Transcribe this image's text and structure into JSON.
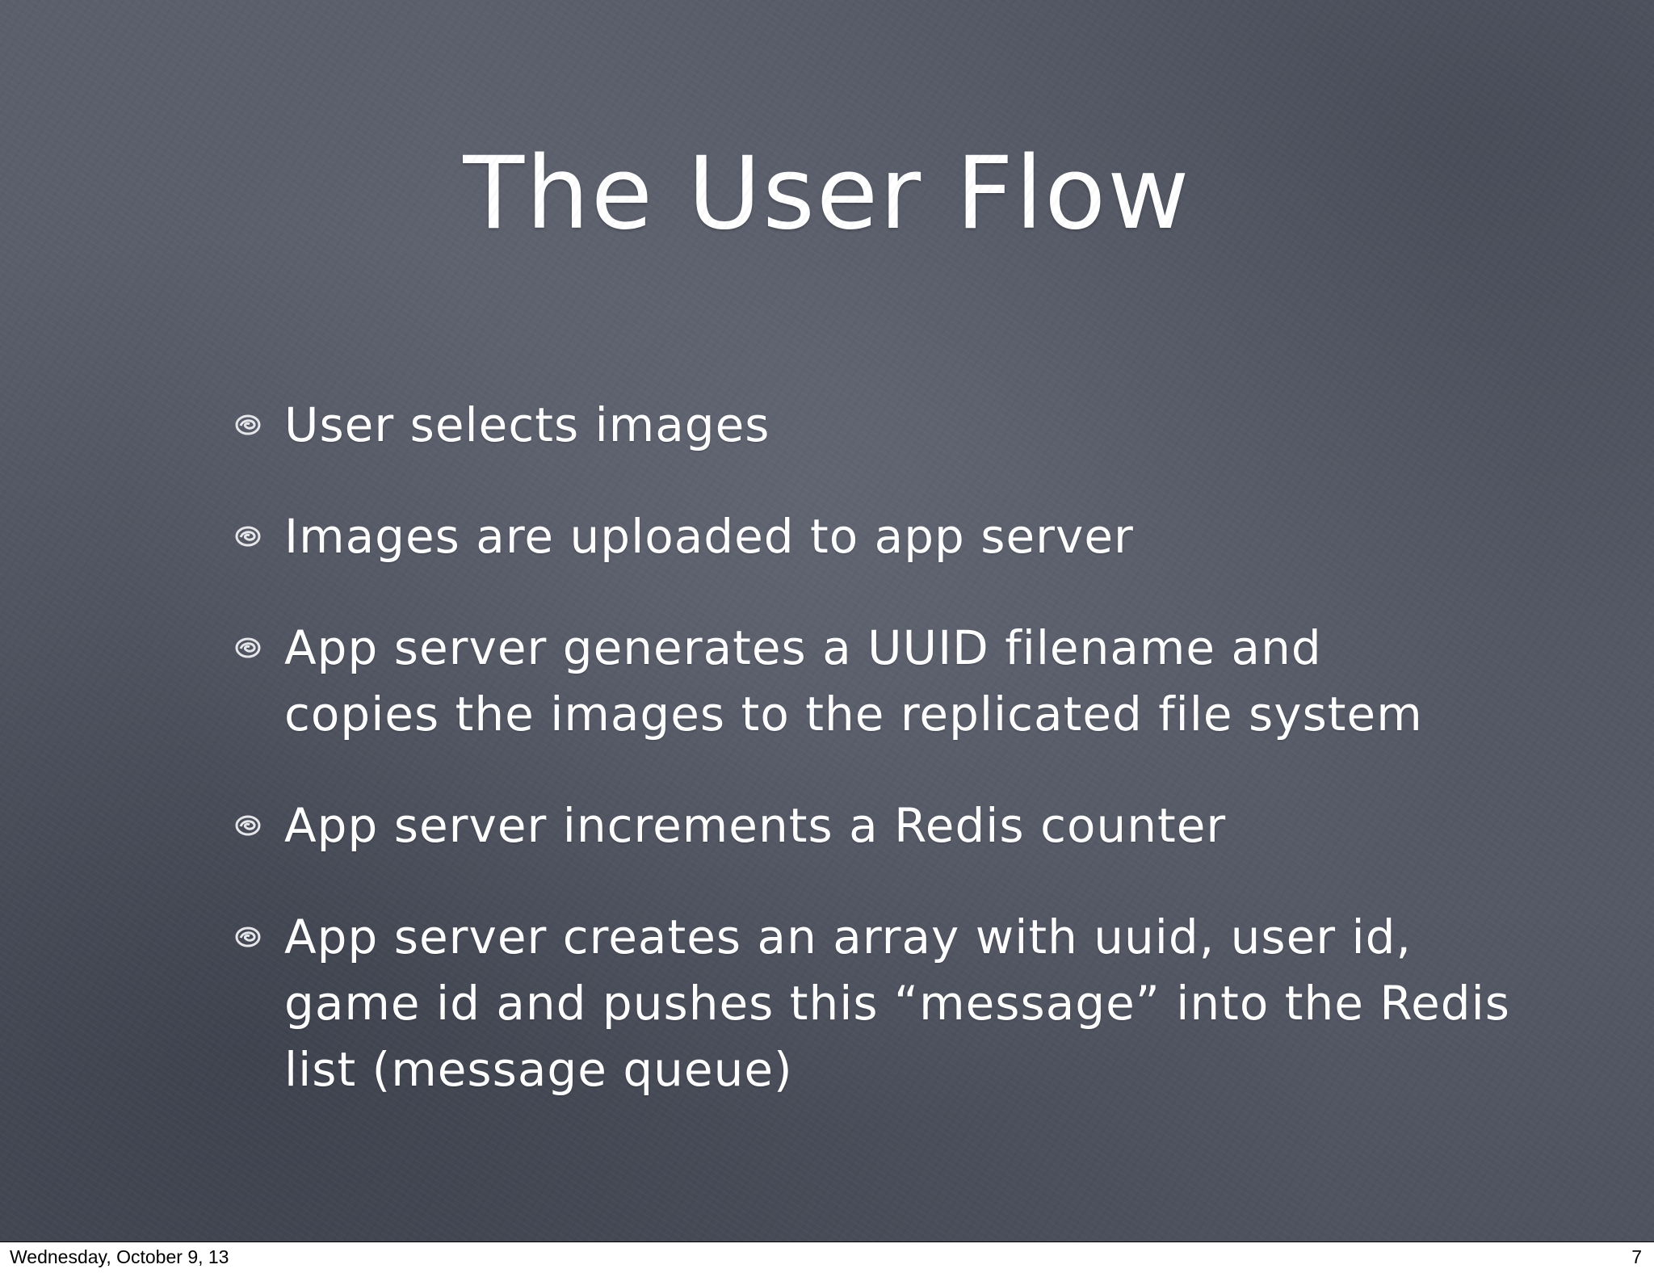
{
  "slide": {
    "title": "The User Flow",
    "bullets": [
      {
        "text": "User selects images"
      },
      {
        "text": "Images are uploaded to app server"
      },
      {
        "text": "App server generates a UUID filename and\ncopies the images to the replicated file system"
      },
      {
        "text": "App server increments a Redis counter"
      },
      {
        "text": "App server creates an array with uuid, user id,\ngame id and pushes this “message” into the Redis\nlist (message queue)"
      }
    ],
    "bullet_icon": "chalk-swirl-bullet-icon"
  },
  "footer": {
    "date": "Wednesday, October 9, 13",
    "page_number": "7"
  }
}
